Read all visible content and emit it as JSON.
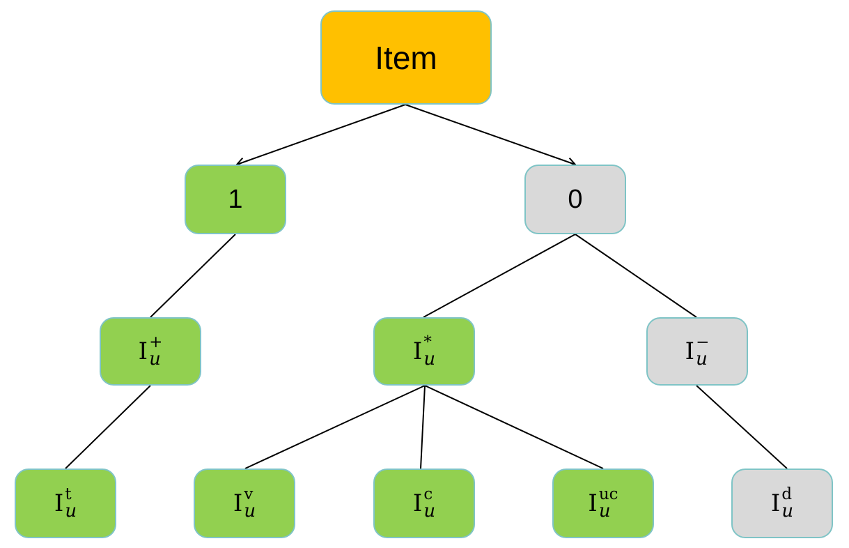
{
  "root": {
    "label": "Item"
  },
  "branches": {
    "one": "1",
    "zero": "0"
  },
  "sets": {
    "pos": {
      "base": "I",
      "sup": "+",
      "sub": "u"
    },
    "star": {
      "base": "I",
      "sup": "*",
      "sub": "u"
    },
    "neg": {
      "base": "I",
      "sup": "−",
      "sub": "u"
    },
    "t": {
      "base": "I",
      "sup": "t",
      "sub": "u"
    },
    "v": {
      "base": "I",
      "sup": "v",
      "sub": "u"
    },
    "c": {
      "base": "I",
      "sup": "c",
      "sub": "u"
    },
    "uc": {
      "base": "I",
      "sup": "uc",
      "sub": "u"
    },
    "d": {
      "base": "I",
      "sup": "d",
      "sub": "u"
    }
  },
  "colors": {
    "root_fill": "#ffc000",
    "positive_fill": "#92d050",
    "negative_fill": "#d9d9d9",
    "node_border": "#7fc4c6",
    "edge": "#000000"
  }
}
